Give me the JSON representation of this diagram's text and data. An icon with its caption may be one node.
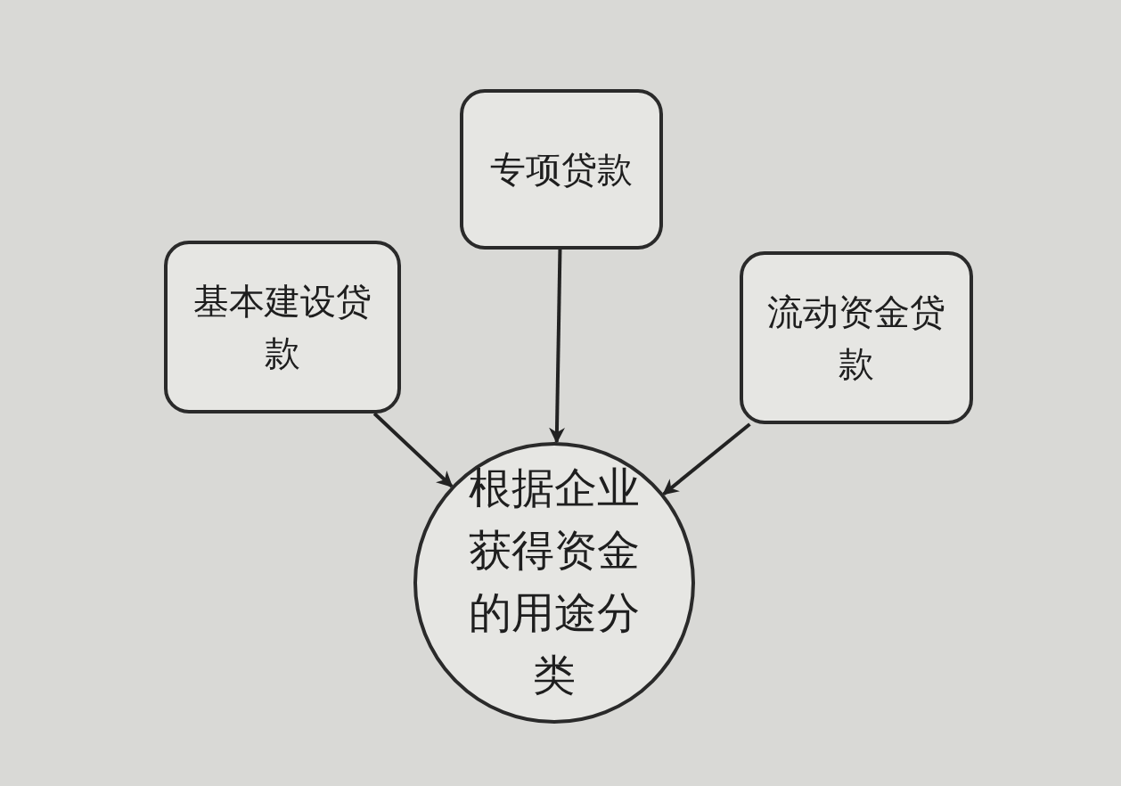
{
  "diagram": {
    "nodes": [
      {
        "text": [
          "专项贷款"
        ]
      },
      {
        "text": [
          "基本建设贷款"
        ]
      },
      {
        "text": [
          "流动资金贷款"
        ]
      },
      {
        "text": [
          "根据企业获得资金的用途分类"
        ]
      }
    ],
    "edges": [
      {
        "from": 1,
        "to": 3,
        "arrow": "to"
      },
      {
        "from": 0,
        "to": 3,
        "arrow": "to"
      },
      {
        "from": 2,
        "to": 3,
        "arrow": "to"
      }
    ]
  }
}
